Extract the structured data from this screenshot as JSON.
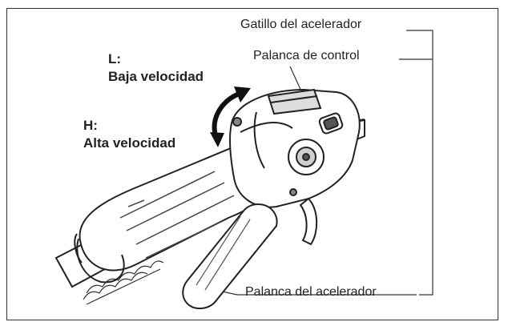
{
  "labels": {
    "throttle_trigger": "Gatillo del acelerador",
    "control_lever": "Palanca de control",
    "low_key": "L:",
    "low_desc": "Baja velocidad",
    "high_key": "H:",
    "high_desc": "Alta velocidad",
    "throttle_lever": "Palanca del acelerador"
  }
}
